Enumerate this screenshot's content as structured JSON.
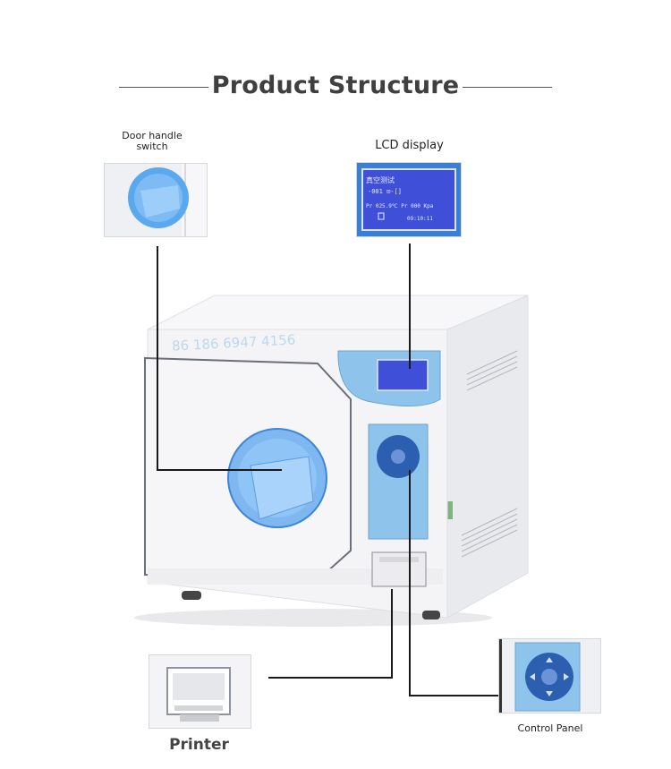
{
  "title": "Product Structure",
  "callouts": {
    "door_handle": "Door handle\nswitch",
    "lcd_display": "LCD display",
    "printer": "Printer",
    "control_panel": "Control Panel"
  },
  "watermark": "86 186 6947 4156",
  "lcd_screen": {
    "line1": "真空测试",
    "line2": "-001 ⊡-[]",
    "line3": "Pr 025.9℃ Pr 000 Kpa",
    "line4": "09:10:11"
  },
  "colors": {
    "accent_blue": "#3f86d6",
    "panel_blue": "#8ec3ec",
    "lcd_blue": "#3f4fd8",
    "body_white": "#f4f4f6"
  }
}
